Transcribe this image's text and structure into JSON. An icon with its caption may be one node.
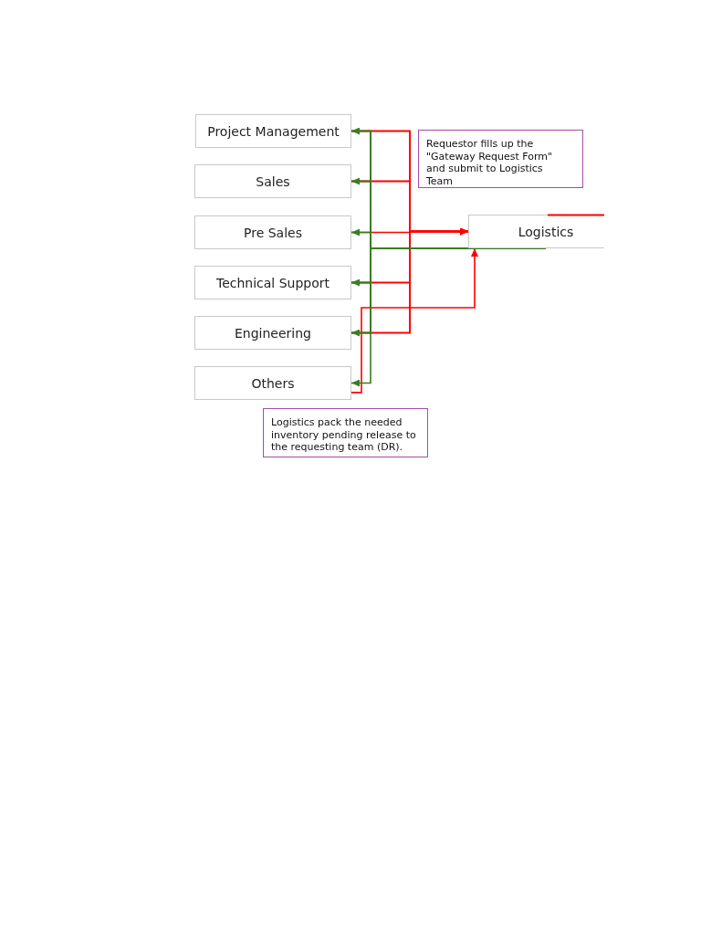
{
  "diagram": {
    "nodes": [
      {
        "text": [
          "Project Management"
        ]
      },
      {
        "text": [
          "Sales"
        ]
      },
      {
        "text": [
          "Pre Sales"
        ]
      },
      {
        "text": [
          "Technical Support"
        ]
      },
      {
        "text": [
          "Engineering"
        ]
      },
      {
        "text": [
          "Others"
        ]
      },
      {
        "text": [
          "Logistics"
        ]
      },
      {
        "text": [
          "Requestor fills up the \"Gateway Request Form\" and submit to Logistics Team"
        ]
      },
      {
        "text": [
          "Logistics pack the needed inventory pending release to the requesting team (DR)."
        ]
      }
    ],
    "edges": [
      {
        "from": 0,
        "to": 6,
        "arrow": "to",
        "color": "#ff0000"
      },
      {
        "from": 1,
        "to": 6,
        "arrow": "to",
        "color": "#ff0000"
      },
      {
        "from": 2,
        "to": 6,
        "arrow": "to",
        "color": "#ff0000"
      },
      {
        "from": 3,
        "to": 6,
        "arrow": "to",
        "color": "#ff0000"
      },
      {
        "from": 4,
        "to": 6,
        "arrow": "to",
        "color": "#ff0000"
      },
      {
        "from": 5,
        "to": 6,
        "arrow": "to",
        "color": "#ff0000"
      },
      {
        "from": 6,
        "to": 0,
        "arrow": "to",
        "color": "#3a7d22"
      },
      {
        "from": 6,
        "to": 1,
        "arrow": "to",
        "color": "#3a7d22"
      },
      {
        "from": 6,
        "to": 2,
        "arrow": "to",
        "color": "#3a7d22"
      },
      {
        "from": 6,
        "to": 3,
        "arrow": "to",
        "color": "#3a7d22"
      },
      {
        "from": 6,
        "to": 4,
        "arrow": "to",
        "color": "#3a7d22"
      },
      {
        "from": 6,
        "to": 5,
        "arrow": "to",
        "color": "#3a7d22"
      }
    ]
  }
}
